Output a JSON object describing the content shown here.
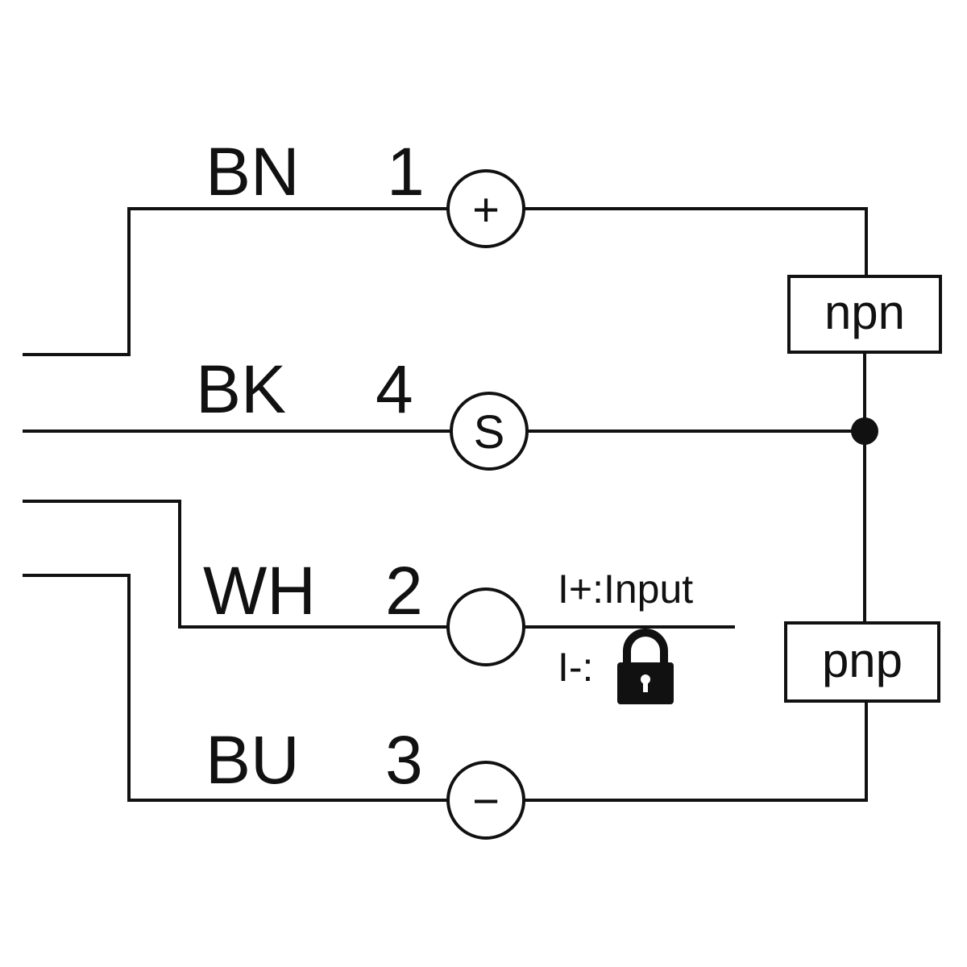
{
  "pins": [
    {
      "color_code": "BN",
      "number": "1",
      "symbol": "+"
    },
    {
      "color_code": "BK",
      "number": "4",
      "symbol": "S"
    },
    {
      "color_code": "WH",
      "number": "2",
      "symbol": ""
    },
    {
      "color_code": "BU",
      "number": "3",
      "symbol": "−"
    }
  ],
  "output_boxes": {
    "upper": "npn",
    "lower": "pnp"
  },
  "input_notes": {
    "positive": "I+:Input",
    "negative": "I-:"
  },
  "icons": {
    "lock": "padlock-icon"
  }
}
